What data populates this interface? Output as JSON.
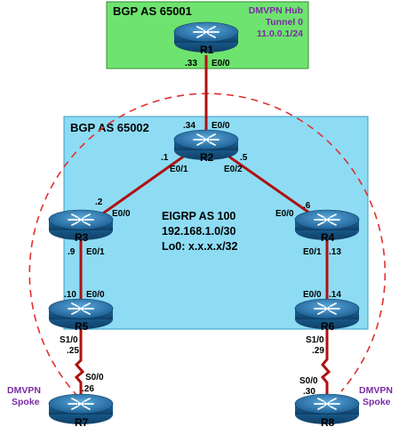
{
  "colors": {
    "bgp_65001_fill": "#6fe36f",
    "bgp_65002_fill": "#8ddcf4",
    "link": "#b01010",
    "dashed_circle": "#e0302f",
    "router_body": "#1f6fa6",
    "purple_text": "#7a2aa6"
  },
  "areas": {
    "bgp_65001": "BGP AS 65001",
    "bgp_65002": "BGP AS 65002"
  },
  "hub": {
    "line1": "DMVPN Hub",
    "line2": "Tunnel 0",
    "line3": "11.0.0.1/24"
  },
  "igp": {
    "line1": "EIGRP AS 100",
    "line2": "192.168.1.0/30",
    "line3": "Lo0: x.x.x.x/32"
  },
  "spoke_label": {
    "line1": "DMVPN",
    "line2": "Spoke"
  },
  "routers": [
    {
      "name": "R1",
      "icon": "router-icon"
    },
    {
      "name": "R2",
      "icon": "router-icon"
    },
    {
      "name": "R3",
      "icon": "router-icon"
    },
    {
      "name": "R4",
      "icon": "router-icon"
    },
    {
      "name": "R5",
      "icon": "router-icon"
    },
    {
      "name": "R6",
      "icon": "router-icon"
    },
    {
      "name": "R7",
      "icon": "router-icon"
    },
    {
      "name": "R8",
      "icon": "router-icon"
    }
  ],
  "interfaces": {
    "r1_e00": "E0/0",
    "r1_ip": ".33",
    "r2_e00": "E0/0",
    "r2_ip34": ".34",
    "r2_ip1": ".1",
    "r2_e01": "E0/1",
    "r2_e02": "E0/2",
    "r2_ip5": ".5",
    "r3_ip2": ".2",
    "r3_e00": "E0/0",
    "r3_ip9": ".9",
    "r3_e01": "E0/1",
    "r4_e00": "E0/0",
    "r4_ip6": ".6",
    "r4_e01": "E0/1",
    "r4_ip13": ".13",
    "r5_ip10": ".10",
    "r5_e00": "E0/0",
    "r5_s10": "S1/0",
    "r5_ip25": ".25",
    "r6_e00": "E0/0",
    "r6_ip14": ".14",
    "r6_s10": "S1/0",
    "r6_ip29": ".29",
    "r7_s00": "S0/0",
    "r7_ip26": ".26",
    "r8_s00": "S0/0",
    "r8_ip30": ".30"
  }
}
